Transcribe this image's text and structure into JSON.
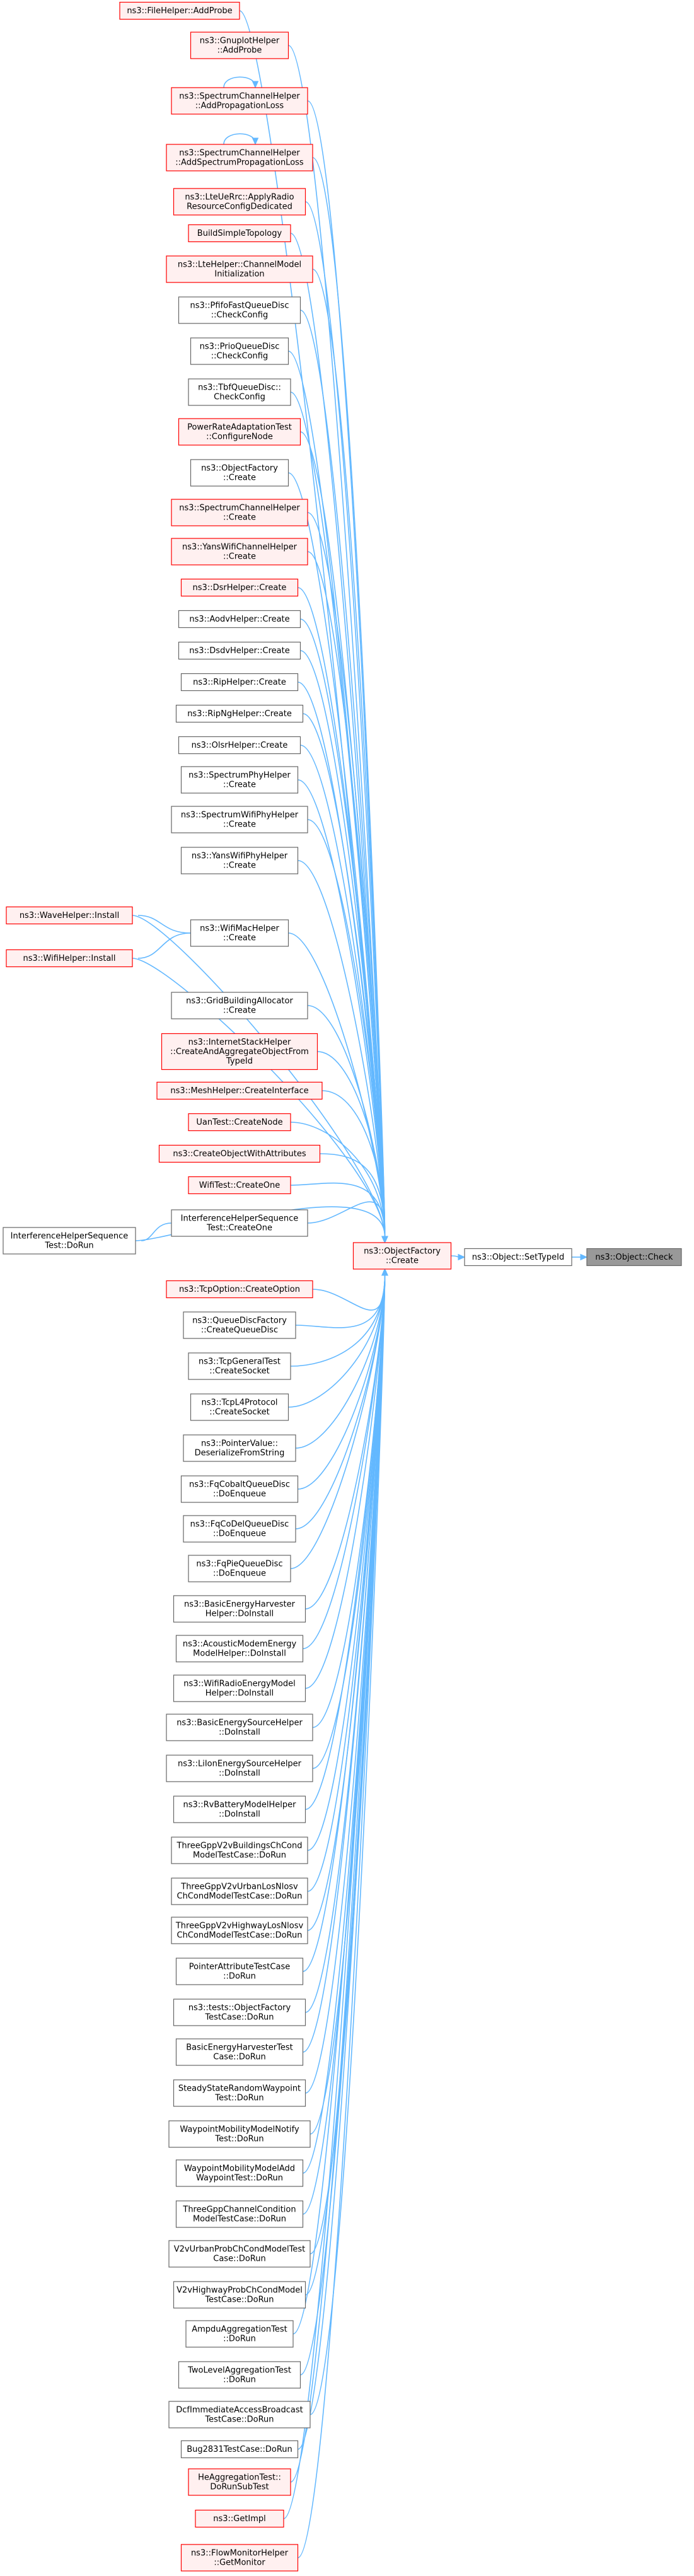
{
  "diagram": {
    "type": "call-graph",
    "target": "ns3::Object::Check",
    "nodes": [
      {
        "id": "fh",
        "lines": [
          "ns3::FileHelper::AddProbe"
        ],
        "style": "red"
      },
      {
        "id": "gh",
        "lines": [
          "ns3::GnuplotHelper",
          "::AddProbe"
        ],
        "style": "red"
      },
      {
        "id": "scap",
        "lines": [
          "ns3::SpectrumChannelHelper",
          "::AddPropagationLoss"
        ],
        "style": "red"
      },
      {
        "id": "scas",
        "lines": [
          "ns3::SpectrumChannelHelper",
          "::AddSpectrumPropagationLoss"
        ],
        "style": "red"
      },
      {
        "id": "lte_rrc",
        "lines": [
          "ns3::LteUeRrc::ApplyRadio",
          "ResourceConfigDedicated"
        ],
        "style": "red"
      },
      {
        "id": "bst",
        "lines": [
          "BuildSimpleTopology"
        ],
        "style": "red"
      },
      {
        "id": "lte_ch",
        "lines": [
          "ns3::LteHelper::ChannelModel",
          "Initialization"
        ],
        "style": "red"
      },
      {
        "id": "pfifo",
        "lines": [
          "ns3::PfifoFastQueueDisc",
          "::CheckConfig"
        ],
        "style": "normal"
      },
      {
        "id": "prio",
        "lines": [
          "ns3::PrioQueueDisc",
          "::CheckConfig"
        ],
        "style": "normal"
      },
      {
        "id": "tbf",
        "lines": [
          "ns3::TbfQueueDisc::",
          "CheckConfig"
        ],
        "style": "normal"
      },
      {
        "id": "prat",
        "lines": [
          "PowerRateAdaptationTest",
          "::ConfigureNode"
        ],
        "style": "red"
      },
      {
        "id": "ofc",
        "lines": [
          "ns3::ObjectFactory",
          "::Create"
        ],
        "style": "normal"
      },
      {
        "id": "sch",
        "lines": [
          "ns3::SpectrumChannelHelper",
          "::Create"
        ],
        "style": "red"
      },
      {
        "id": "ywch",
        "lines": [
          "ns3::YansWifiChannelHelper",
          "::Create"
        ],
        "style": "red"
      },
      {
        "id": "dsr",
        "lines": [
          "ns3::DsrHelper::Create"
        ],
        "style": "red"
      },
      {
        "id": "aodv",
        "lines": [
          "ns3::AodvHelper::Create"
        ],
        "style": "normal"
      },
      {
        "id": "dsdv",
        "lines": [
          "ns3::DsdvHelper::Create"
        ],
        "style": "normal"
      },
      {
        "id": "rip",
        "lines": [
          "ns3::RipHelper::Create"
        ],
        "style": "normal"
      },
      {
        "id": "ripng",
        "lines": [
          "ns3::RipNgHelper::Create"
        ],
        "style": "normal"
      },
      {
        "id": "olsr",
        "lines": [
          "ns3::OlsrHelper::Create"
        ],
        "style": "normal"
      },
      {
        "id": "sph",
        "lines": [
          "ns3::SpectrumPhyHelper",
          "::Create"
        ],
        "style": "normal"
      },
      {
        "id": "swph",
        "lines": [
          "ns3::SpectrumWifiPhyHelper",
          "::Create"
        ],
        "style": "normal"
      },
      {
        "id": "ywph",
        "lines": [
          "ns3::YansWifiPhyHelper",
          "::Create"
        ],
        "style": "normal"
      },
      {
        "id": "wave",
        "lines": [
          "ns3::WaveHelper::Install"
        ],
        "style": "red"
      },
      {
        "id": "wifimac",
        "lines": [
          "ns3::WifiMacHelper",
          "::Create"
        ],
        "style": "normal"
      },
      {
        "id": "wifih",
        "lines": [
          "ns3::WifiHelper::Install"
        ],
        "style": "red"
      },
      {
        "id": "gba",
        "lines": [
          "ns3::GridBuildingAllocator",
          "::Create"
        ],
        "style": "normal"
      },
      {
        "id": "ish",
        "lines": [
          "ns3::InternetStackHelper",
          "::CreateAndAggregateObjectFrom",
          "TypeId"
        ],
        "style": "red"
      },
      {
        "id": "mesh",
        "lines": [
          "ns3::MeshHelper::CreateInterface"
        ],
        "style": "red"
      },
      {
        "id": "uan",
        "lines": [
          "UanTest::CreateNode"
        ],
        "style": "red"
      },
      {
        "id": "cowa",
        "lines": [
          "ns3::CreateObjectWithAttributes"
        ],
        "style": "red"
      },
      {
        "id": "wco",
        "lines": [
          "WifiTest::CreateOne"
        ],
        "style": "red"
      },
      {
        "id": "ihco",
        "lines": [
          "InterferenceHelperSequence",
          "Test::CreateOne"
        ],
        "style": "normal"
      },
      {
        "id": "ihrun",
        "lines": [
          "InterferenceHelperSequence",
          "Test::DoRun"
        ],
        "style": "normal"
      },
      {
        "id": "of",
        "lines": [
          "ns3::ObjectFactory",
          "::Create"
        ],
        "style": "red"
      },
      {
        "id": "sti",
        "lines": [
          "ns3::Object::SetTypeId"
        ],
        "style": "normal"
      },
      {
        "id": "chk",
        "lines": [
          "ns3::Object::Check"
        ],
        "style": "target"
      },
      {
        "id": "tcpopt",
        "lines": [
          "ns3::TcpOption::CreateOption"
        ],
        "style": "red"
      },
      {
        "id": "qdf",
        "lines": [
          "ns3::QueueDiscFactory",
          "::CreateQueueDisc"
        ],
        "style": "normal"
      },
      {
        "id": "tcpgen",
        "lines": [
          "ns3::TcpGeneralTest",
          "::CreateSocket"
        ],
        "style": "normal"
      },
      {
        "id": "tcpl4",
        "lines": [
          "ns3::TcpL4Protocol",
          "::CreateSocket"
        ],
        "style": "normal"
      },
      {
        "id": "ptrv",
        "lines": [
          "ns3::PointerValue::",
          "DeserializeFromString"
        ],
        "style": "normal"
      },
      {
        "id": "fqcob",
        "lines": [
          "ns3::FqCobaltQueueDisc",
          "::DoEnqueue"
        ],
        "style": "normal"
      },
      {
        "id": "fqcod",
        "lines": [
          "ns3::FqCoDelQueueDisc",
          "::DoEnqueue"
        ],
        "style": "normal"
      },
      {
        "id": "fqpie",
        "lines": [
          "ns3::FqPieQueueDisc",
          "::DoEnqueue"
        ],
        "style": "normal"
      },
      {
        "id": "beh",
        "lines": [
          "ns3::BasicEnergyHarvester",
          "Helper::DoInstall"
        ],
        "style": "normal"
      },
      {
        "id": "acm",
        "lines": [
          "ns3::AcousticModemEnergy",
          "ModelHelper::DoInstall"
        ],
        "style": "normal"
      },
      {
        "id": "wre",
        "lines": [
          "ns3::WifiRadioEnergyModel",
          "Helper::DoInstall"
        ],
        "style": "normal"
      },
      {
        "id": "bes",
        "lines": [
          "ns3::BasicEnergySourceHelper",
          "::DoInstall"
        ],
        "style": "normal"
      },
      {
        "id": "lies",
        "lines": [
          "ns3::LiIonEnergySourceHelper",
          "::DoInstall"
        ],
        "style": "normal"
      },
      {
        "id": "rvb",
        "lines": [
          "ns3::RvBatteryModelHelper",
          "::DoInstall"
        ],
        "style": "normal"
      },
      {
        "id": "t3b",
        "lines": [
          "ThreeGppV2vBuildingsChCond",
          "ModelTestCase::DoRun"
        ],
        "style": "normal"
      },
      {
        "id": "t3u",
        "lines": [
          "ThreeGppV2vUrbanLosNlosv",
          "ChCondModelTestCase::DoRun"
        ],
        "style": "normal"
      },
      {
        "id": "t3h",
        "lines": [
          "ThreeGppV2vHighwayLosNlosv",
          "ChCondModelTestCase::DoRun"
        ],
        "style": "normal"
      },
      {
        "id": "pat",
        "lines": [
          "PointerAttributeTestCase",
          "::DoRun"
        ],
        "style": "normal"
      },
      {
        "id": "tof",
        "lines": [
          "ns3::tests::ObjectFactory",
          "TestCase::DoRun"
        ],
        "style": "normal"
      },
      {
        "id": "beht",
        "lines": [
          "BasicEnergyHarvesterTest",
          "Case::DoRun"
        ],
        "style": "normal"
      },
      {
        "id": "ssrw",
        "lines": [
          "SteadyStateRandomWaypoint",
          "Test::DoRun"
        ],
        "style": "normal"
      },
      {
        "id": "wmn",
        "lines": [
          "WaypointMobilityModelNotify",
          "Test::DoRun"
        ],
        "style": "normal"
      },
      {
        "id": "wma",
        "lines": [
          "WaypointMobilityModelAdd",
          "WaypointTest::DoRun"
        ],
        "style": "normal"
      },
      {
        "id": "t3cc",
        "lines": [
          "ThreeGppChannelCondition",
          "ModelTestCase::DoRun"
        ],
        "style": "normal"
      },
      {
        "id": "v2vu",
        "lines": [
          "V2vUrbanProbChCondModelTest",
          "Case::DoRun"
        ],
        "style": "normal"
      },
      {
        "id": "v2vh",
        "lines": [
          "V2vHighwayProbChCondModel",
          "TestCase::DoRun"
        ],
        "style": "normal"
      },
      {
        "id": "ampdu",
        "lines": [
          "AmpduAggregationTest",
          "::DoRun"
        ],
        "style": "normal"
      },
      {
        "id": "twol",
        "lines": [
          "TwoLevelAggregationTest",
          "::DoRun"
        ],
        "style": "normal"
      },
      {
        "id": "dcf",
        "lines": [
          "DcfImmediateAccessBroadcast",
          "TestCase::DoRun"
        ],
        "style": "normal"
      },
      {
        "id": "bug",
        "lines": [
          "Bug2831TestCase::DoRun"
        ],
        "style": "normal"
      },
      {
        "id": "heagg",
        "lines": [
          "HeAggregationTest::",
          "DoRunSubTest"
        ],
        "style": "red"
      },
      {
        "id": "getimpl",
        "lines": [
          "ns3::GetImpl"
        ],
        "style": "red"
      },
      {
        "id": "fmh",
        "lines": [
          "ns3::FlowMonitorHelper",
          "::GetMonitor"
        ],
        "style": "red"
      }
    ],
    "edges": [
      [
        "sti",
        "chk"
      ],
      [
        "of",
        "sti"
      ],
      [
        "fh",
        "of"
      ],
      [
        "gh",
        "of"
      ],
      [
        "scap",
        "of"
      ],
      [
        "scas",
        "of"
      ],
      [
        "lte_rrc",
        "of"
      ],
      [
        "bst",
        "of"
      ],
      [
        "lte_ch",
        "of"
      ],
      [
        "pfifo",
        "of"
      ],
      [
        "prio",
        "of"
      ],
      [
        "tbf",
        "of"
      ],
      [
        "prat",
        "of"
      ],
      [
        "ofc",
        "of"
      ],
      [
        "sch",
        "of"
      ],
      [
        "ywch",
        "of"
      ],
      [
        "dsr",
        "of"
      ],
      [
        "aodv",
        "of"
      ],
      [
        "dsdv",
        "of"
      ],
      [
        "rip",
        "of"
      ],
      [
        "ripng",
        "of"
      ],
      [
        "olsr",
        "of"
      ],
      [
        "sph",
        "of"
      ],
      [
        "swph",
        "of"
      ],
      [
        "ywph",
        "of"
      ],
      [
        "wave",
        "of"
      ],
      [
        "wifimac",
        "of"
      ],
      [
        "wifih",
        "of"
      ],
      [
        "gba",
        "of"
      ],
      [
        "ish",
        "of"
      ],
      [
        "mesh",
        "of"
      ],
      [
        "uan",
        "of"
      ],
      [
        "cowa",
        "of"
      ],
      [
        "wco",
        "of"
      ],
      [
        "ihco",
        "of"
      ],
      [
        "ihrun",
        "of"
      ],
      [
        "tcpopt",
        "of"
      ],
      [
        "qdf",
        "of"
      ],
      [
        "tcpgen",
        "of"
      ],
      [
        "tcpl4",
        "of"
      ],
      [
        "ptrv",
        "of"
      ],
      [
        "fqcob",
        "of"
      ],
      [
        "fqcod",
        "of"
      ],
      [
        "fqpie",
        "of"
      ],
      [
        "beh",
        "of"
      ],
      [
        "acm",
        "of"
      ],
      [
        "wre",
        "of"
      ],
      [
        "bes",
        "of"
      ],
      [
        "lies",
        "of"
      ],
      [
        "rvb",
        "of"
      ],
      [
        "t3b",
        "of"
      ],
      [
        "t3u",
        "of"
      ],
      [
        "t3h",
        "of"
      ],
      [
        "pat",
        "of"
      ],
      [
        "tof",
        "of"
      ],
      [
        "beht",
        "of"
      ],
      [
        "ssrw",
        "of"
      ],
      [
        "wmn",
        "of"
      ],
      [
        "wma",
        "of"
      ],
      [
        "t3cc",
        "of"
      ],
      [
        "v2vu",
        "of"
      ],
      [
        "v2vh",
        "of"
      ],
      [
        "ampdu",
        "of"
      ],
      [
        "twol",
        "of"
      ],
      [
        "dcf",
        "of"
      ],
      [
        "bug",
        "of"
      ],
      [
        "heagg",
        "of"
      ],
      [
        "getimpl",
        "of"
      ],
      [
        "fmh",
        "of"
      ],
      [
        "wifimac",
        "wave"
      ],
      [
        "wifimac",
        "wifih"
      ],
      [
        "ihco",
        "ihrun"
      ],
      [
        "scap",
        "scap"
      ],
      [
        "scas",
        "scas"
      ]
    ]
  }
}
